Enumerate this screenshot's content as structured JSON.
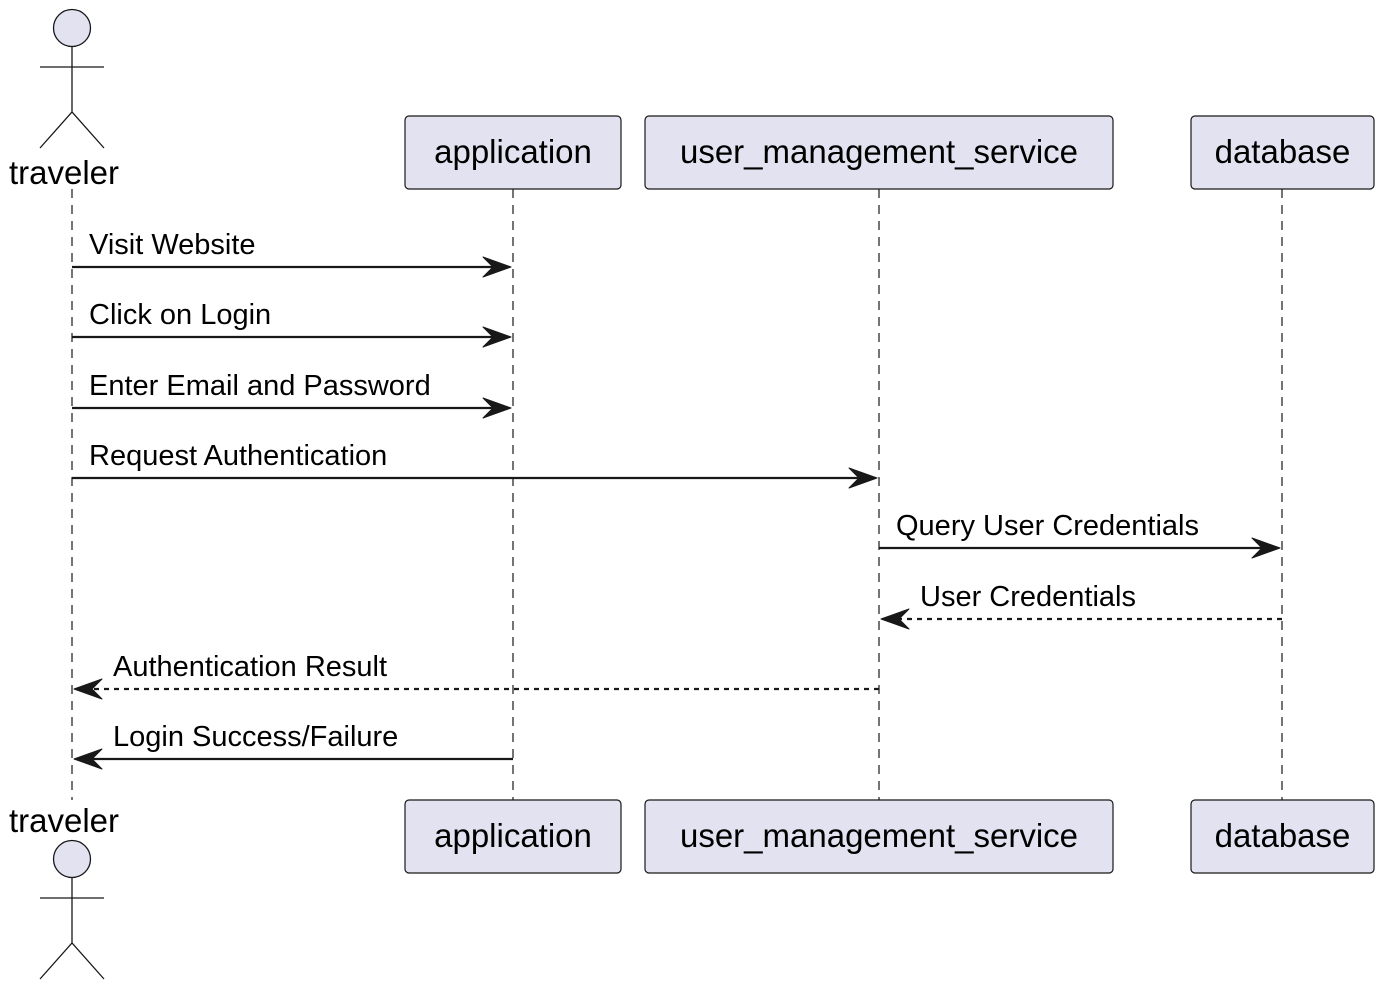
{
  "participants": [
    {
      "id": "traveler",
      "label": "traveler",
      "kind": "actor"
    },
    {
      "id": "application",
      "label": "application",
      "kind": "participant"
    },
    {
      "id": "user_management_service",
      "label": "user_management_service",
      "kind": "participant"
    },
    {
      "id": "database",
      "label": "database",
      "kind": "participant"
    }
  ],
  "messages": [
    {
      "from": "traveler",
      "to": "application",
      "label": "Visit Website",
      "style": "solid"
    },
    {
      "from": "traveler",
      "to": "application",
      "label": "Click on Login",
      "style": "solid"
    },
    {
      "from": "traveler",
      "to": "application",
      "label": "Enter Email and Password",
      "style": "solid"
    },
    {
      "from": "traveler",
      "to": "user_management_service",
      "label": "Request Authentication",
      "style": "solid"
    },
    {
      "from": "user_management_service",
      "to": "database",
      "label": "Query User Credentials",
      "style": "solid"
    },
    {
      "from": "database",
      "to": "user_management_service",
      "label": "User Credentials",
      "style": "dashed"
    },
    {
      "from": "user_management_service",
      "to": "traveler",
      "label": "Authentication Result",
      "style": "dashed"
    },
    {
      "from": "application",
      "to": "traveler",
      "label": "Login Success/Failure",
      "style": "solid"
    }
  ],
  "colors": {
    "participant_fill": "#e2e2f0",
    "stroke": "#181818",
    "text": "#000000",
    "background": "#ffffff"
  }
}
